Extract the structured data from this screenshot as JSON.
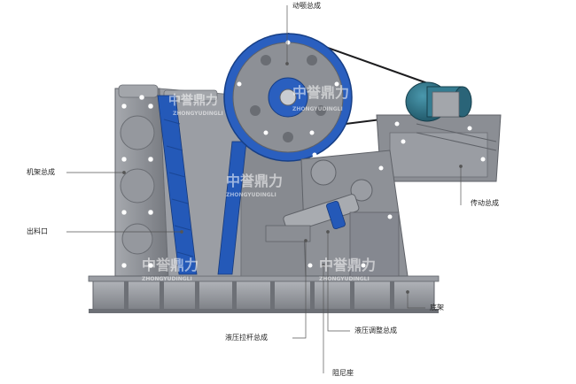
{
  "labels": {
    "moving_jaw": "动颚总成",
    "frame": "机架总成",
    "discharge": "出料口",
    "transmission": "传动总成",
    "base": "底架",
    "hydraulic_rod": "液压拉杆总成",
    "hydraulic_adjust": "液压调整总成",
    "damper": "阻尼座"
  },
  "watermark": {
    "brand_cn": "中誉鼎力",
    "brand_en": "ZHONGYUDINGLI"
  },
  "colors": {
    "frame_gray": "#8b8e94",
    "frame_dark": "#5f6268",
    "accent_blue": "#2459b8",
    "motor_teal": "#2f6f84",
    "leader_line": "#555555"
  }
}
